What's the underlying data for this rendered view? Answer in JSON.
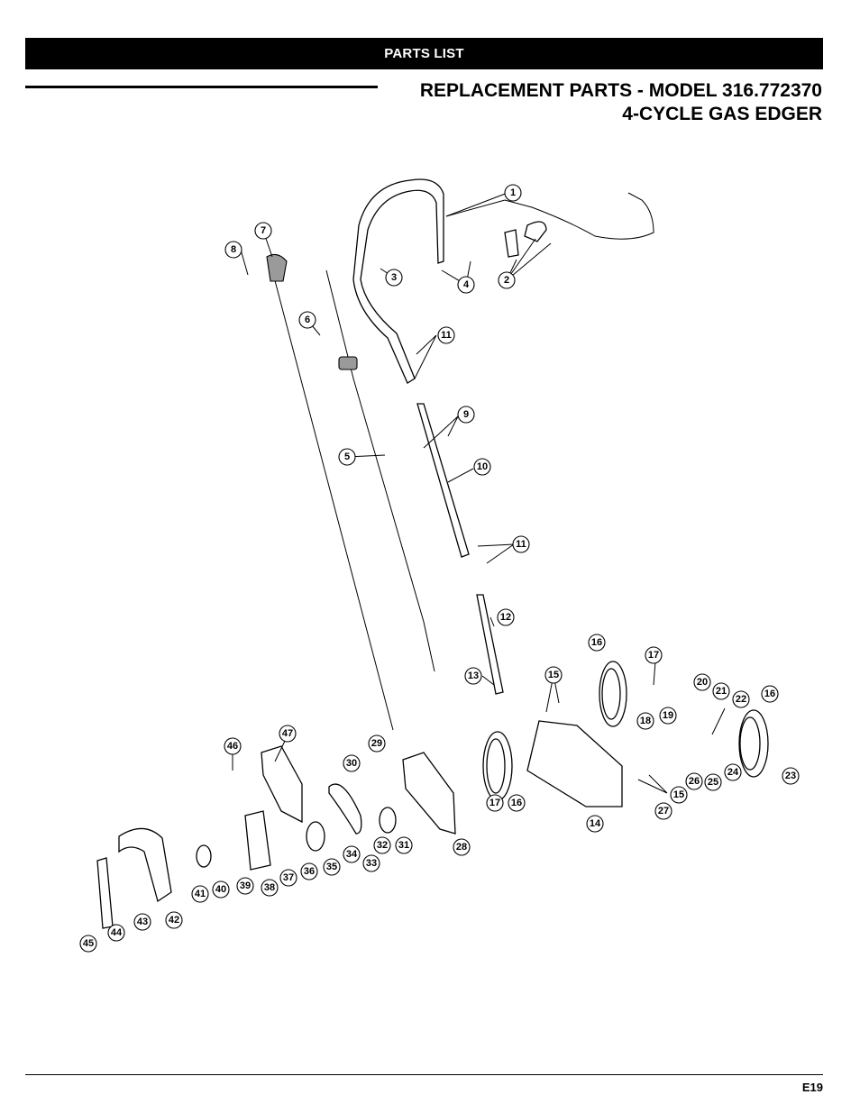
{
  "header": {
    "section": "PARTS LIST"
  },
  "title": {
    "line1": "REPLACEMENT PARTS - MODEL 316.772370",
    "line2": "4-CYCLE GAS EDGER"
  },
  "callouts": [
    "1",
    "2",
    "3",
    "4",
    "5",
    "6",
    "7",
    "8",
    "9",
    "10",
    "11",
    "11",
    "12",
    "13",
    "14",
    "15",
    "15",
    "16",
    "16",
    "16",
    "17",
    "17",
    "18",
    "19",
    "20",
    "21",
    "22",
    "23",
    "24",
    "25",
    "26",
    "27",
    "28",
    "29",
    "30",
    "31",
    "32",
    "33",
    "34",
    "35",
    "36",
    "37",
    "38",
    "39",
    "40",
    "41",
    "42",
    "43",
    "44",
    "45",
    "46",
    "47"
  ],
  "footer": {
    "page": "E19"
  }
}
